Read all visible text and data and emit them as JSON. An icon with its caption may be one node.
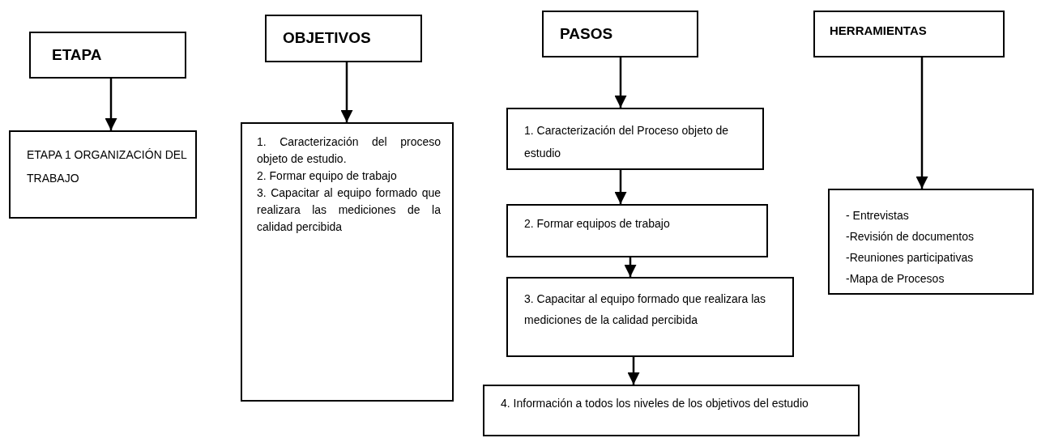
{
  "diagram": {
    "nodes": [
      {
        "text": [
          "ETAPA"
        ]
      },
      {
        "text": [
          "ETAPA 1 ORGANIZACIÓN DEL TRABAJO"
        ]
      },
      {
        "text": [
          "OBJETIVOS"
        ]
      },
      {
        "text": [
          "1. Caracterización del proceso objeto de estudio.",
          "2. Formar equipo de trabajo",
          "3. Capacitar al equipo formado que realizara las mediciones de la calidad percibida"
        ]
      },
      {
        "text": [
          "PASOS"
        ]
      },
      {
        "text": [
          "1. Caracterización del Proceso objeto de estudio"
        ]
      },
      {
        "text": [
          "2. Formar equipos de trabajo"
        ]
      },
      {
        "text": [
          "3. Capacitar al equipo formado que realizara las mediciones de la calidad percibida"
        ]
      },
      {
        "text": [
          "4. Información a todos los niveles de los objetivos del estudio"
        ]
      },
      {
        "text": [
          "HERRAMIENTAS"
        ]
      },
      {
        "text": [
          "- Entrevistas",
          "-Revisión de documentos",
          "-Reuniones participativas",
          "-Mapa de Procesos"
        ]
      }
    ],
    "edges": [
      {
        "from": 0,
        "to": 1,
        "arrow": "to"
      },
      {
        "from": 2,
        "to": 3,
        "arrow": "to"
      },
      {
        "from": 4,
        "to": 5,
        "arrow": "to"
      },
      {
        "from": 5,
        "to": 6,
        "arrow": "to"
      },
      {
        "from": 6,
        "to": 7,
        "arrow": "to"
      },
      {
        "from": 7,
        "to": 8,
        "arrow": "to"
      },
      {
        "from": 9,
        "to": 10,
        "arrow": "to"
      }
    ]
  }
}
